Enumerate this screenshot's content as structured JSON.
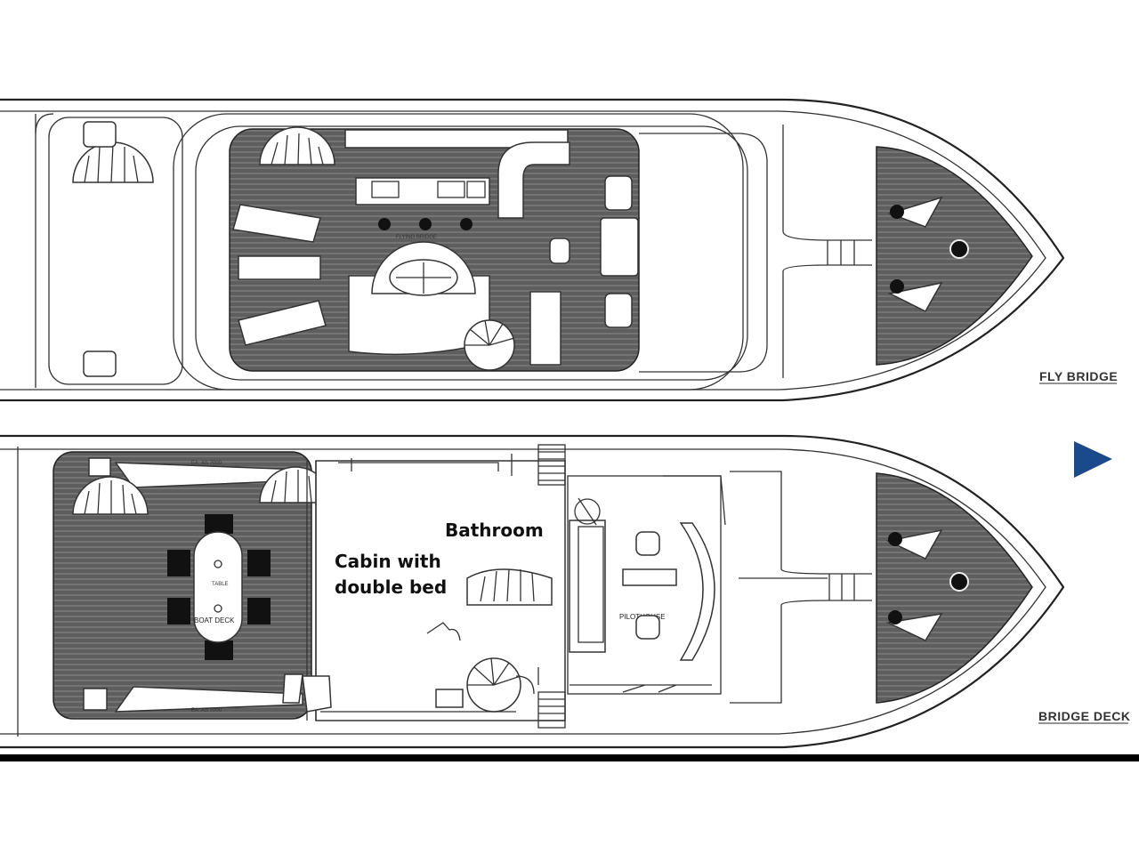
{
  "labels": {
    "fly_bridge": "FLY BRIDGE",
    "bridge_deck": "BRIDGE DECK",
    "flying_bridge": "FLYING BRIDGE",
    "bathroom": "Bathroom",
    "cabin_line1": "Cabin with",
    "cabin_line2": "double bed",
    "table": "TABLE",
    "boat_deck": "BOAT DECK",
    "pilothouse": "PILOTHOUSE"
  },
  "colors": {
    "deck_teak": "#5c5c5c",
    "line": "#222222",
    "accent_arrow": "#1a4a8c",
    "frame_border": "#000000"
  },
  "icons": {
    "next_arrow": "play-triangle"
  }
}
